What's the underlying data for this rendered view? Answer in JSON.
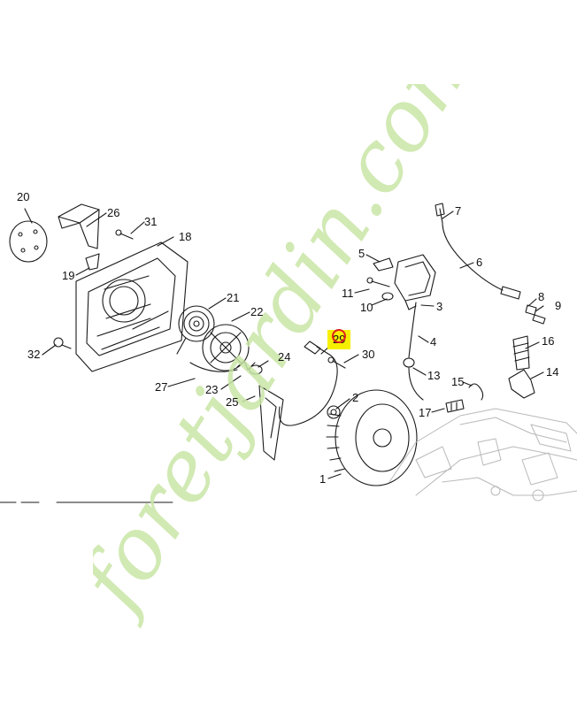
{
  "diagram": {
    "callouts": [
      "20",
      "26",
      "31",
      "18",
      "19",
      "21",
      "22",
      "32",
      "27",
      "23",
      "24",
      "25",
      "29",
      "30",
      "2",
      "1",
      "5",
      "11",
      "10",
      "3",
      "4",
      "13",
      "6",
      "7",
      "8",
      "9",
      "16",
      "14",
      "15",
      "17"
    ],
    "highlighted": "29",
    "highlight_color": "#f6f000",
    "ring_color": "#e02020"
  },
  "watermark": {
    "text": "foretjardin.com",
    "colors": {
      "foret": "#c9e6a6",
      "jardin": "#c9e6a6",
      "dotcom": "#cfc7bd"
    }
  }
}
